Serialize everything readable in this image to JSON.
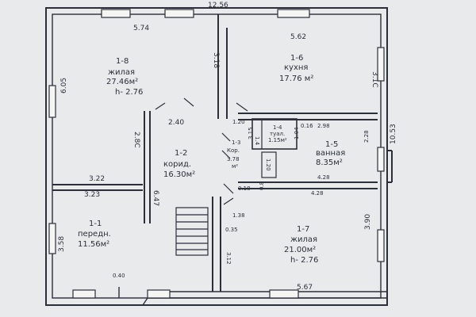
{
  "dimensions": {
    "total_width": "12.56",
    "top_left": "5.74",
    "top_right": "5.62",
    "left_upper": "6.05",
    "left_lower": "3.58",
    "right_upper": "3.1C",
    "right_mid_a": "2.28",
    "right_mid_b": "10.53",
    "right_lower": "3.90",
    "wall_3_18": "3.18",
    "corr_2_40": "2.40",
    "corr_2_80": "2.8C",
    "corr_6_47": "6.47",
    "mid_3_22": "3.22",
    "mid_3_23": "3.23",
    "d_1_20a": "1.20",
    "d_1_20b": "1.20",
    "d_3_15": "3.15",
    "d_2_98": "2.98",
    "d_4_28a": "4.28",
    "d_4_28b": "4.28",
    "d_0_18": "0.18",
    "d_0_8": "0.8",
    "d_1_38": "1.38",
    "d_0_35": "0.35",
    "d_3_12": "3.12",
    "bottom_right": "5.67",
    "bottom_left": "0.40",
    "d_1_4": "1.4",
    "d_1_04": "1.04",
    "d_0_16": "0.16"
  },
  "rooms": {
    "r1_8": {
      "id": "1-8",
      "name": "жилая",
      "area": "27.46м²",
      "height": "h- 2.76"
    },
    "r1_6": {
      "id": "1-6",
      "name": "кухня",
      "area": "17.76 м²"
    },
    "r1_2": {
      "id": "1-2",
      "name": "корид.",
      "area": "16.30м²"
    },
    "r1_3": {
      "id": "1-3",
      "name": "Кор.",
      "area": "3.78",
      "unit": "м²"
    },
    "r1_4": {
      "id": "1-4",
      "name": "туал.",
      "area": "1.15м²"
    },
    "r1_5": {
      "id": "1-5",
      "name": "ванная",
      "area": "8.35м²"
    },
    "r1_1": {
      "id": "1-1",
      "name": "передн.",
      "area": "11.56м²"
    },
    "r1_7": {
      "id": "1-7",
      "name": "жилая",
      "area": "21.00м²",
      "height": "h- 2.76"
    },
    "r1_7b": {
      "id": "1-7"
    }
  },
  "colors": {
    "ink": "#2a2f3a",
    "paper": "#e9eaec",
    "wall_fill": "#f5f5f4"
  }
}
